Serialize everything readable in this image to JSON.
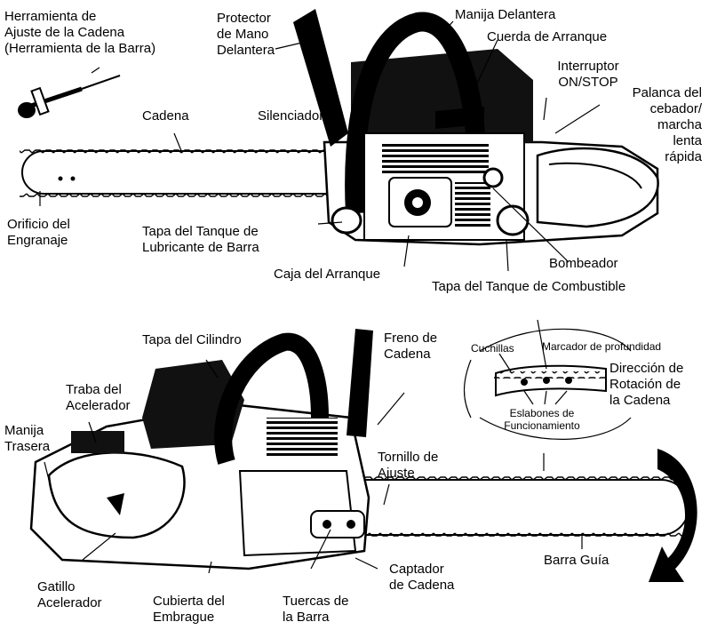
{
  "figure": {
    "top_labels": {
      "chain_tool": "Herramienta de\nAjuste de la Cadena\n(Herramienta de la Barra)",
      "hand_guard": "Protector\nde Mano\nDelantera",
      "front_handle": "Manija Delantera",
      "starter_rope": "Cuerda de Arranque",
      "on_stop_switch": "Interruptor\nON/STOP",
      "choke_lever": "Palanca del\ncebador/\nmarcha\nlenta\nrápida",
      "chain": "Cadena",
      "muffler": "Silenciador",
      "sprocket_hole": "Orificio del\nEngranaje",
      "bar_oil_cap": "Tapa del Tanque de\nLubricante de Barra",
      "starter_housing": "Caja del Arranque",
      "primer_bulb": "Bombeador",
      "fuel_cap": "Tapa del Tanque de Combustible"
    },
    "bottom_labels": {
      "cylinder_cover": "Tapa del Cilindro",
      "chain_brake": "Freno de\nCadena",
      "throttle_lockout": "Traba del\nAcelerador",
      "rear_handle": "Manija\nTrasera",
      "adjusting_screw": "Tornillo de\nAjuste",
      "throttle_trigger": "Gatillo\nAcelerador",
      "clutch_cover": "Cubierta del\nEmbrague",
      "bar_nuts": "Tuercas de\nla Barra",
      "chain_catcher": "Captador\nde Cadena",
      "guide_bar": "Barra Guía"
    },
    "chain_inset": {
      "cutters": "Cuchillas",
      "depth_gauge": "Marcador de profundidad",
      "drive_links": "Eslabones de\nFuncionamiento",
      "rotation": "Dirección de\nRotación de\nla Cadena"
    }
  }
}
